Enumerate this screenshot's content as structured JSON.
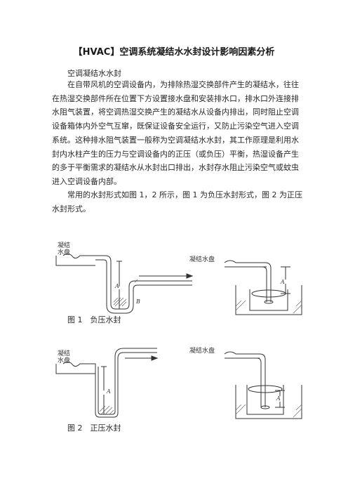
{
  "document": {
    "title": "【HVAC】空调系统凝结水水封设计影响因素分析",
    "heading": "空调凝结水水封",
    "body_1": "在自带风机的空调设备内，为排除热湿交换部件产生的凝结水，往往在热湿交换部件所在位置下方设置接水盘和安装排水口，排水口外连接排水阻气装置，将空调热湿交换产生的凝结水从设备内排出，同时阻止空调设备箱体内外空气互窜，既保证设备安全运行，又防止污染空气进入空调系统。这种排水阻气装置一般称为空调凝结水水封，其工作原理是利用水封内水柱产生的压力与空调设备内的正压（或负压）平衡，热湿设备产生的多于平衡需求的凝结水从水封出口排出，水封存水阻止污染空气或蚊虫进入空调设备内部。",
    "body_2": "常用的水封形式如图 1，2 所示，图 1 为负压水封形式，图 2 为正压水封形式。"
  },
  "figure1": {
    "caption": "图 1　负压水封",
    "left_label_line1": "凝结",
    "left_label_line2": "水盘",
    "right_label": "凝结水盘",
    "dim_a": "A",
    "dim_b": "B",
    "dim_a_right": "A"
  },
  "figure2": {
    "caption": "图 2　正压水封",
    "left_label_line1": "凝结",
    "left_label_line2": "水盘",
    "right_label": "凝结水盘",
    "dim_a": "A",
    "dim_a_right": "A"
  }
}
